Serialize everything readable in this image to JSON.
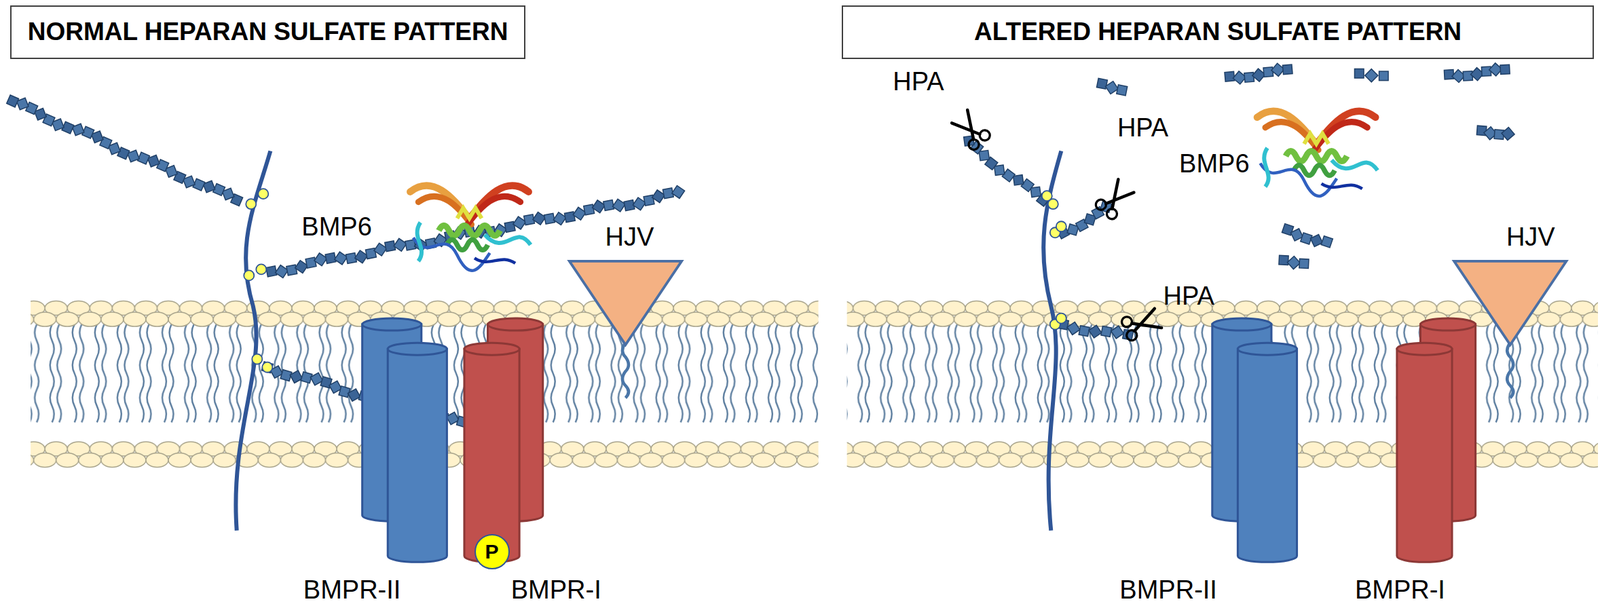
{
  "diagram": {
    "nodes": [
      {
        "text": [
          "NORMAL HEPARAN SULFATE PATTERN"
        ]
      },
      {
        "text": [
          "ALTERED HEPARAN SULFATE PATTERN"
        ]
      },
      {
        "text": [
          "P"
        ]
      }
    ],
    "labels": [
      "BMP6",
      "HJV",
      "BMPR-II",
      "BMPR-I",
      "HPA",
      "HPA",
      "HPA",
      "BMP6",
      "HJV",
      "BMPR-II",
      "BMPR-I"
    ]
  }
}
